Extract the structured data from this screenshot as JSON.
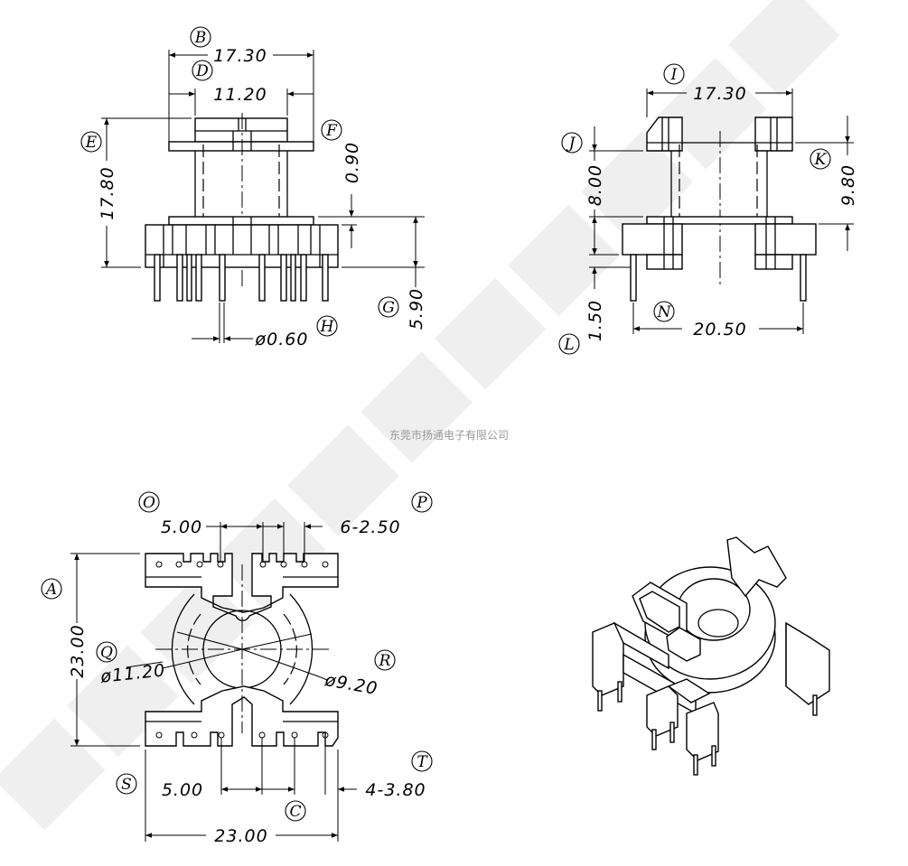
{
  "company_caption": "东莞市扬通电子有限公司",
  "watermark": "东莞市扬通电子有限公司",
  "front_view": {
    "labels": {
      "B": "B",
      "D": "D",
      "E": "E",
      "F": "F",
      "G": "G",
      "H": "H"
    },
    "dims": {
      "width_top": "17.30",
      "core_width": "11.20",
      "height": "17.80",
      "flange": "0.90",
      "base_height": "5.90",
      "pin_dia": "ø0.60"
    }
  },
  "side_view": {
    "labels": {
      "I": "I",
      "J": "J",
      "K": "K",
      "L": "L",
      "N": "N"
    },
    "dims": {
      "width_top": "17.30",
      "height": "8.00",
      "total": "9.80",
      "step": "1.50",
      "pin_span": "20.50"
    }
  },
  "top_view": {
    "labels": {
      "A": "A",
      "O": "O",
      "P": "P",
      "Q": "Q",
      "R": "R",
      "S": "S",
      "T": "T",
      "C": "C"
    },
    "dims": {
      "top_gap": "5.00",
      "top_pitch": "6-2.50",
      "height": "23.00",
      "outer_dia": "ø11.20",
      "inner_dia": "ø9.20",
      "bottom_gap": "5.00",
      "bottom_pitch": "4-3.80",
      "width": "23.00"
    }
  }
}
